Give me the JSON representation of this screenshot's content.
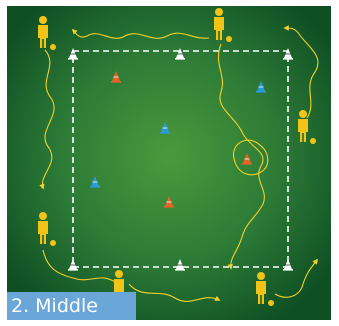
{
  "caption": "2. Middle",
  "colors": {
    "pitch_center": "#4a9a3c",
    "pitch_edge": "#0f4f24",
    "player": "#f2c418",
    "path": "#f2d12a",
    "boundary": "#ffffff",
    "cone_white": "#ffffff",
    "cone_orange": "#e8632a",
    "cone_blue": "#2a9ad9",
    "caption_bg": "#6aa7d8"
  },
  "cones": [
    {
      "color": "white"
    },
    {
      "color": "white"
    },
    {
      "color": "white"
    },
    {
      "color": "white"
    },
    {
      "color": "white"
    },
    {
      "color": "white"
    },
    {
      "color": "orange"
    },
    {
      "color": "orange"
    },
    {
      "color": "orange"
    },
    {
      "color": "blue"
    },
    {
      "color": "blue"
    },
    {
      "color": "blue"
    }
  ],
  "players_count": 6,
  "icons": [
    "player-figure-icon",
    "ball-icon",
    "cone-icon",
    "arrow-icon"
  ]
}
